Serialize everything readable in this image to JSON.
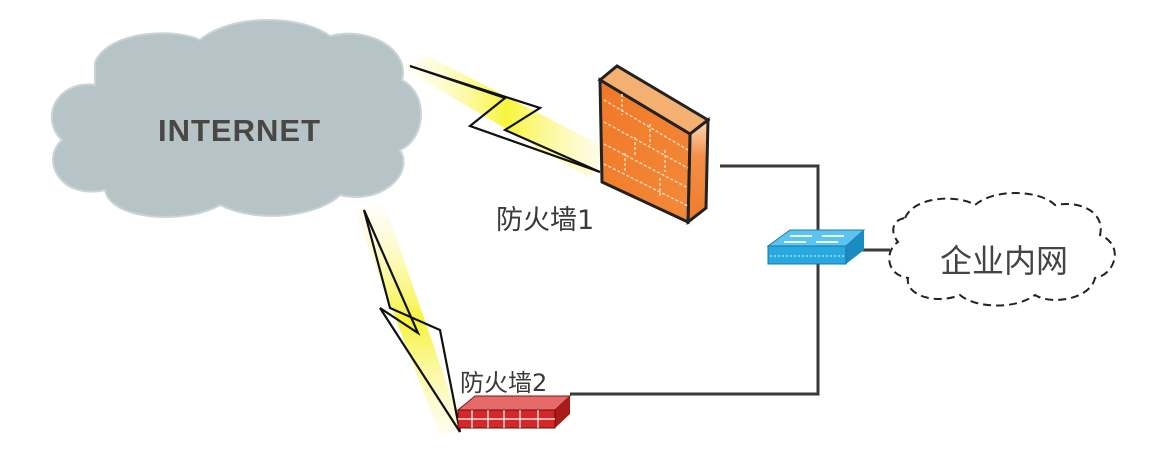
{
  "nodes": {
    "internet": {
      "label": "INTERNET",
      "icon": "cloud-icon"
    },
    "firewall1": {
      "label": "防火墙1",
      "icon": "firewall-tower-icon"
    },
    "firewall2": {
      "label": "防火墙2",
      "icon": "firewall-flat-icon"
    },
    "switch": {
      "label": "",
      "icon": "switch-icon"
    },
    "intranet": {
      "label": "企业内网",
      "icon": "dashed-cloud-icon"
    }
  },
  "links": [
    {
      "from": "internet",
      "to": "firewall1",
      "type": "wan-lightning"
    },
    {
      "from": "internet",
      "to": "firewall2",
      "type": "wan-lightning"
    },
    {
      "from": "firewall1",
      "to": "switch",
      "type": "wire"
    },
    {
      "from": "firewall2",
      "to": "switch",
      "type": "wire"
    },
    {
      "from": "switch",
      "to": "intranet",
      "type": "wire"
    }
  ],
  "colors": {
    "cloud": "#b4c2c6",
    "lightning_glow": "#f5f200",
    "firewall1": "#f07a2a",
    "firewall2": "#d42a2a",
    "switch": "#2aa8e0",
    "wire": "#3a3a3a"
  }
}
